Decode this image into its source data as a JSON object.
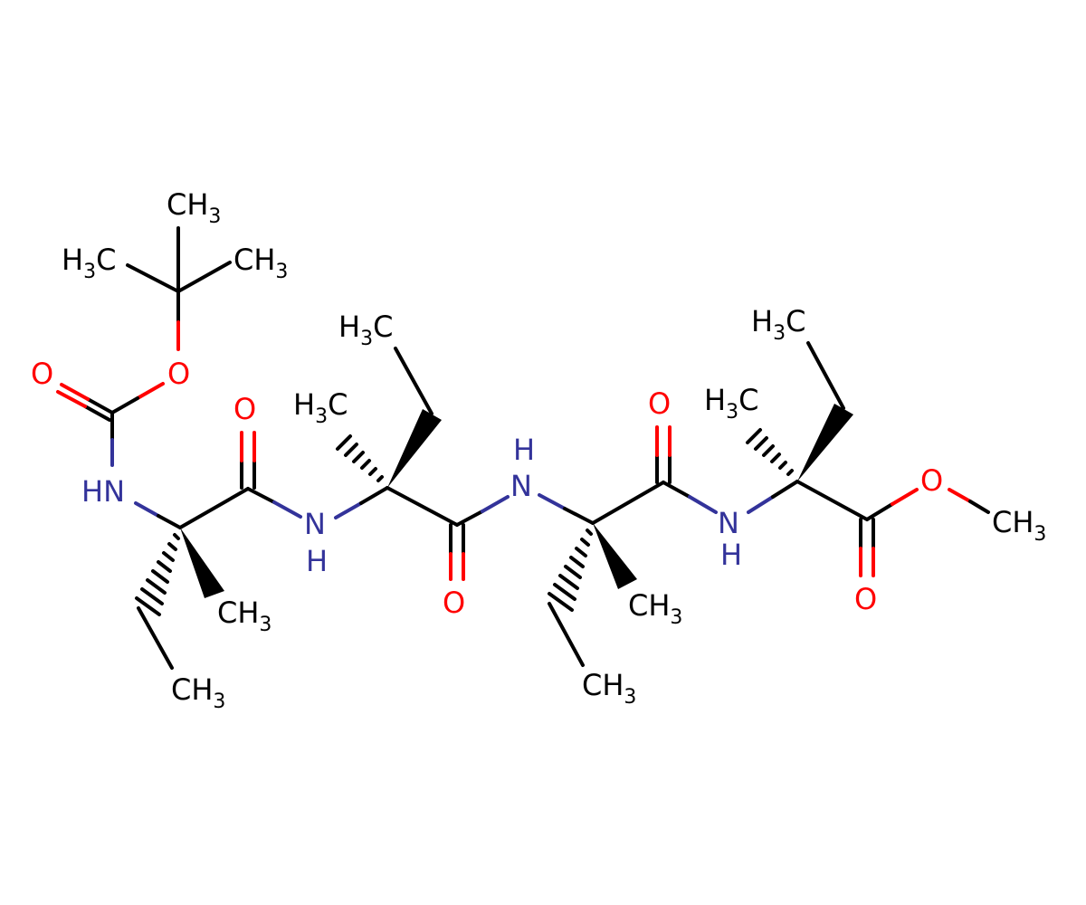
{
  "molecule": {
    "colors": {
      "carbon": "#000000",
      "nitrogen": "#33339a",
      "oxygen": "#ff0000",
      "background": "#ffffff"
    },
    "labels": {
      "boc_ch3_top": "CH3",
      "boc_h3c_left": "H3C",
      "boc_ch3_right": "CH3",
      "boc_o_ester": "O",
      "boc_o_carbonyl": "O",
      "hn_1": "HN",
      "r1_ch3_methyl": "CH3",
      "r1_ch3_ethyl": "CH3",
      "r1_o_carbonyl": "O",
      "nh_2_n": "N",
      "nh_2_h": "H",
      "r2_h3c_methyl": "H3C",
      "r2_h3c_ethyl": "H3C",
      "r2_o_carbonyl": "O",
      "nh_3_h": "H",
      "nh_3_n": "N",
      "r3_ch3_methyl": "CH3",
      "r3_ch3_ethyl": "CH3",
      "r3_o_carbonyl": "O",
      "nh_4_n": "N",
      "nh_4_h": "H",
      "r4_h3c_methyl": "H3C",
      "r4_h3c_ethyl": "H3C",
      "ester_o": "O",
      "ester_o_carbonyl": "O",
      "ester_ch3": "CH3"
    }
  }
}
